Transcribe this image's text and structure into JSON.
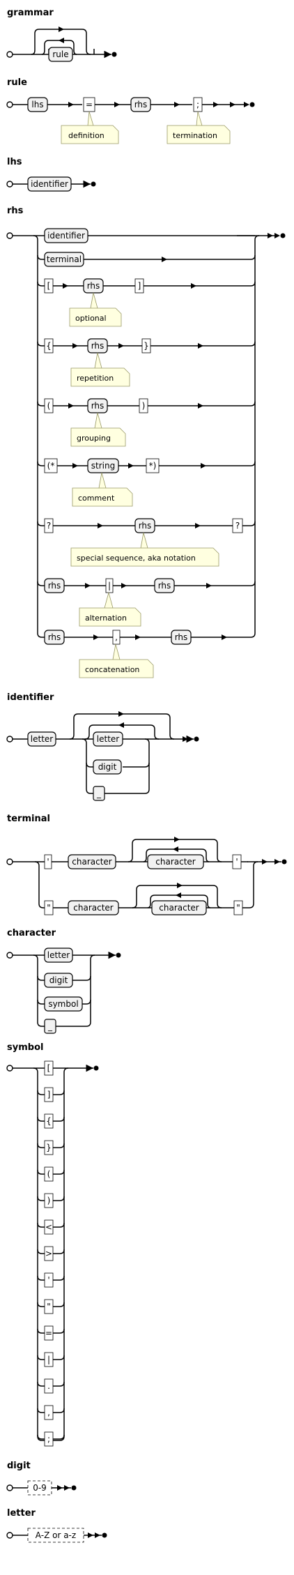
{
  "grammar": {
    "title": "grammar",
    "rule": "rule"
  },
  "rule": {
    "title": "rule",
    "lhs": "lhs",
    "eq": "=",
    "rhs": "rhs",
    "semi": ";",
    "note_definition": "definition",
    "note_termination": "termination"
  },
  "lhs": {
    "title": "lhs",
    "identifier": "identifier"
  },
  "rhs": {
    "title": "rhs",
    "identifier": "identifier",
    "terminal": "terminal",
    "lbracket": "[",
    "rbracket": "]",
    "note_optional": "optional",
    "lbrace": "{",
    "rbrace": "}",
    "note_repetition": "repetition",
    "lparen": "(",
    "rparen": ")",
    "note_grouping": "grouping",
    "lcomment": "(*",
    "string": "string",
    "rcomment": "*)",
    "note_comment": "comment",
    "qmark_open": "?",
    "qmark_close": "?",
    "note_special": "special sequence, aka notation",
    "pipe": "|",
    "note_alternation": "alternation",
    "comma": ",",
    "note_concatenation": "concatenation",
    "rhs": "rhs"
  },
  "identifier": {
    "title": "identifier",
    "letter": "letter",
    "digit": "digit",
    "underscore": "_"
  },
  "terminal": {
    "title": "terminal",
    "squote": "'",
    "dquote": "\"",
    "character": "character"
  },
  "character": {
    "title": "character",
    "letter": "letter",
    "digit": "digit",
    "symbol": "symbol",
    "underscore": "_"
  },
  "symbol": {
    "title": "symbol",
    "items": [
      "[",
      "]",
      "{",
      "}",
      "(",
      ")",
      "<",
      ">",
      "'",
      "\"",
      "=",
      "|",
      ".",
      ",",
      ";"
    ]
  },
  "digit": {
    "title": "digit",
    "range": "0-9"
  },
  "letter": {
    "title": "letter",
    "range": "A-Z or a-z"
  }
}
